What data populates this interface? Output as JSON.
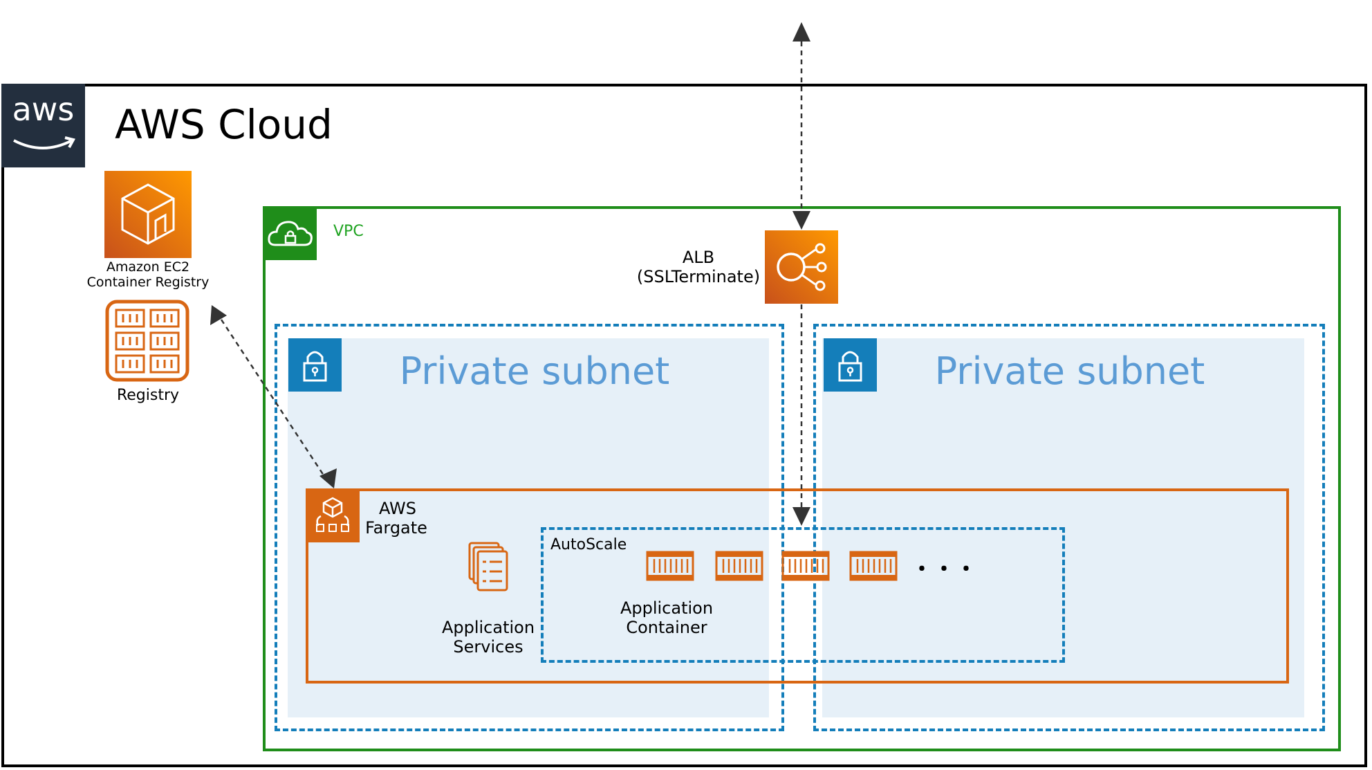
{
  "cloud": {
    "title": "AWS Cloud",
    "logo_text": "aws",
    "logo_icon": "aws-logo-icon"
  },
  "ecr": {
    "name_line1": "Amazon EC2",
    "name_line2": "Container Registry",
    "registry_label": "Registry"
  },
  "vpc": {
    "label": "VPC"
  },
  "alb": {
    "line1": "ALB",
    "line2": "(SSLTerminate)"
  },
  "subnets": [
    {
      "title": "Private subnet"
    },
    {
      "title": "Private subnet"
    }
  ],
  "fargate": {
    "line1": "AWS",
    "line2": "Fargate"
  },
  "services": {
    "line1": "Application",
    "line2": "Services"
  },
  "autoscale": {
    "label": "AutoScale",
    "container_line1": "Application",
    "container_line2": "Container",
    "ellipsis": "・・・"
  },
  "colors": {
    "aws_dark": "#232F3E",
    "vpc_green": "#1f8d1a",
    "subnet_blue": "#147EBA",
    "subnet_fill": "#E6F0F8",
    "subnet_title": "#5b9bd5",
    "compute_orange": "#D86613",
    "arrow": "#333333"
  }
}
